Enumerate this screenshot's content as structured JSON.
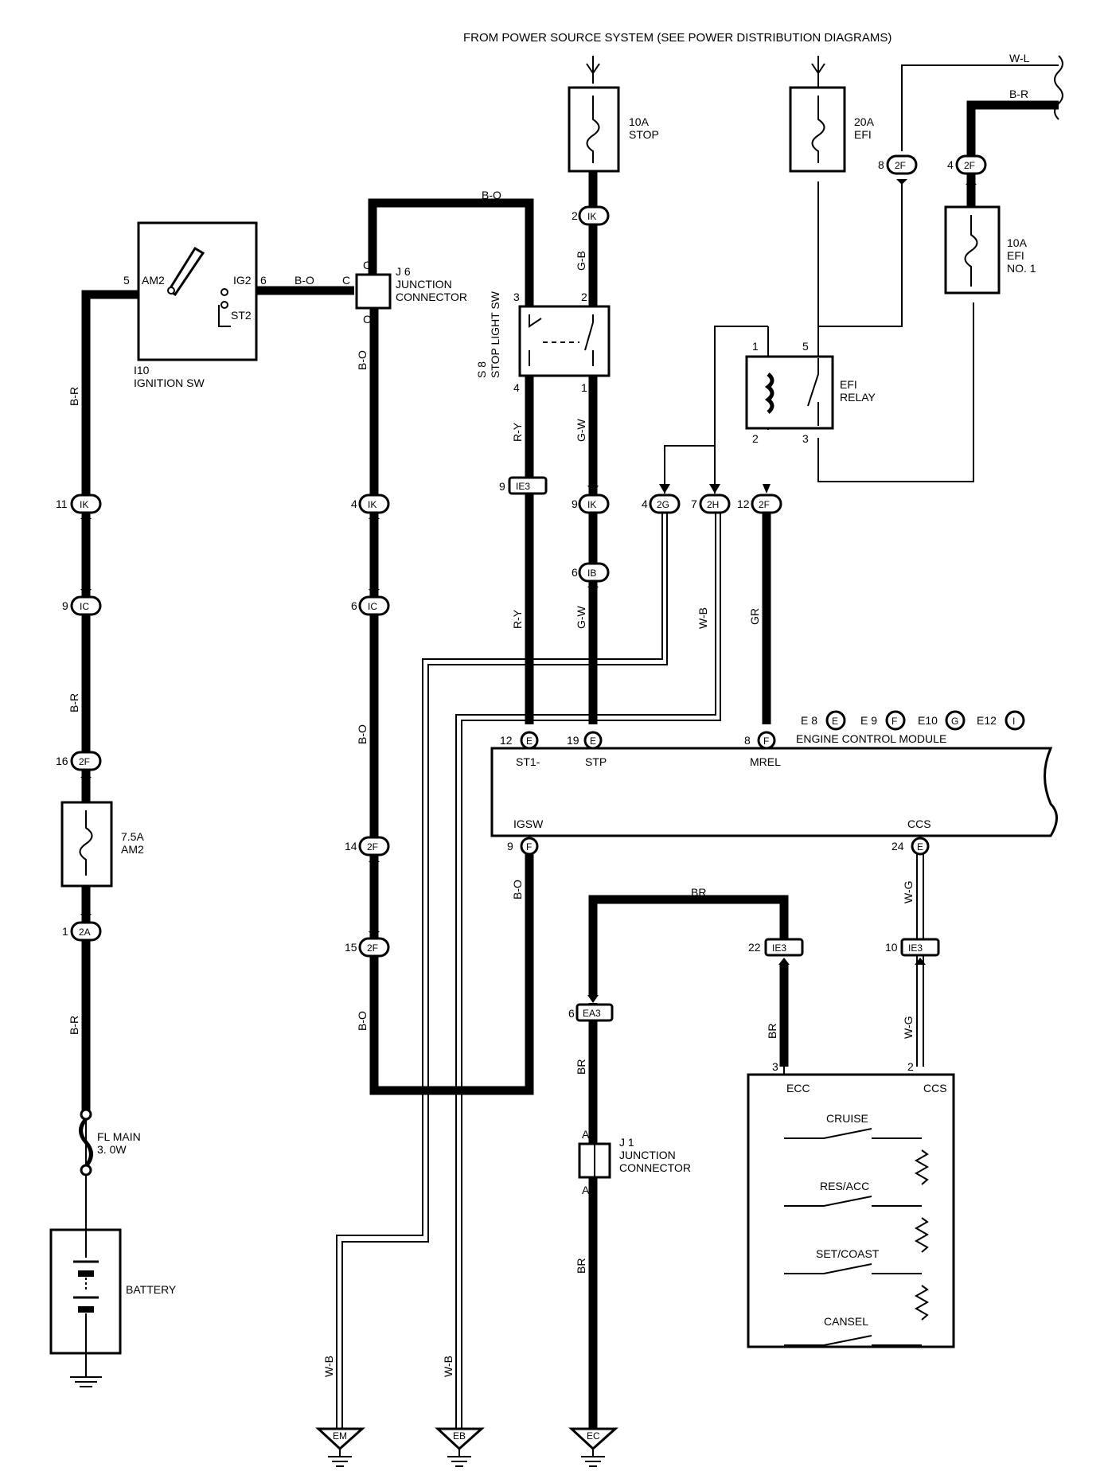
{
  "header": {
    "power_source_note": "FROM POWER SOURCE SYSTEM (SEE POWER DISTRIBUTION DIAGRAMS)"
  },
  "fuses": {
    "stop": {
      "rating": "10A",
      "name": "STOP"
    },
    "efi": {
      "rating": "20A",
      "name": "EFI"
    },
    "efi_no1": {
      "rating": "10A",
      "name": "EFI",
      "name2": "NO. 1"
    },
    "am2": {
      "rating": "7.5A",
      "name": "AM2"
    },
    "fl_main": {
      "rating": "FL MAIN",
      "name": "3. 0W"
    }
  },
  "components": {
    "ignition_sw": {
      "code": "I10",
      "name": "IGNITION SW",
      "terminals": [
        "AM2",
        "IG2",
        "ST2"
      ],
      "pin_am2": "5",
      "pin_ig2": "6"
    },
    "j6": {
      "code": "J 6",
      "name": "JUNCTION",
      "name2": "CONNECTOR",
      "pin": "C"
    },
    "stop_light_sw": {
      "code": "S 8",
      "name": "STOP LIGHT SW",
      "pins": [
        "3",
        "2",
        "4",
        "1"
      ]
    },
    "efi_relay": {
      "name": "EFI",
      "name2": "RELAY",
      "pins": [
        "1",
        "5",
        "2",
        "3"
      ]
    },
    "ecm": {
      "connectors": [
        "E 8",
        "E",
        "E 9",
        "F",
        "E10",
        "G",
        "E12",
        "I"
      ],
      "name": "ENGINE CONTROL MODULE",
      "terminals": [
        "ST1-",
        "STP",
        "MREL",
        "IGSW",
        "CCS"
      ]
    },
    "j1": {
      "code": "J 1",
      "name": "JUNCTION",
      "name2": "CONNECTOR",
      "pin": "A"
    },
    "cruise_switch": {
      "terminals": [
        "ECC",
        "CCS"
      ],
      "switches": [
        "CRUISE",
        "RES/ACC",
        "SET/COAST",
        "CANSEL"
      ],
      "pins": [
        "3",
        "2"
      ]
    },
    "battery": {
      "name": "BATTERY"
    }
  },
  "connectors": [
    {
      "pin": "2",
      "id": "IK"
    },
    {
      "pin": "8",
      "id": "2F"
    },
    {
      "pin": "4",
      "id": "2F"
    },
    {
      "pin": "9",
      "id": "IE3"
    },
    {
      "pin": "9",
      "id": "IK"
    },
    {
      "pin": "4",
      "id": "2G"
    },
    {
      "pin": "7",
      "id": "2H"
    },
    {
      "pin": "12",
      "id": "2F"
    },
    {
      "pin": "11",
      "id": "IK"
    },
    {
      "pin": "4",
      "id": "IK"
    },
    {
      "pin": "6",
      "id": "IB"
    },
    {
      "pin": "9",
      "id": "IC"
    },
    {
      "pin": "6",
      "id": "IC"
    },
    {
      "pin": "16",
      "id": "2F"
    },
    {
      "pin": "14",
      "id": "2F"
    },
    {
      "pin": "15",
      "id": "2F"
    },
    {
      "pin": "1",
      "id": "2A"
    },
    {
      "pin": "22",
      "id": "IE3"
    },
    {
      "pin": "10",
      "id": "IE3"
    },
    {
      "pin": "6",
      "id": "EA3"
    },
    {
      "pin": "12",
      "id": "E"
    },
    {
      "pin": "19",
      "id": "E"
    },
    {
      "pin": "8",
      "id": "F"
    },
    {
      "pin": "9",
      "id": "F"
    },
    {
      "pin": "24",
      "id": "E"
    }
  ],
  "wire_colors": {
    "w_l": "W-L",
    "b_r_top": "B-R",
    "b_o_top": "B-O",
    "b_o_ign": "B-O",
    "g_b": "G-B",
    "g_w1": "G-W",
    "g_w2": "G-W",
    "r_y1": "R-Y",
    "r_y2": "R-Y",
    "w_b": "W-B",
    "gr": "GR",
    "b_r1": "B-R",
    "b_r2": "B-R",
    "b_r3": "B-R",
    "b_o1": "B-O",
    "b_o2": "B-O",
    "b_o3": "B-O",
    "b_o4": "B-O",
    "br1": "BR",
    "br2": "BR",
    "br3": "BR",
    "br4": "BR",
    "w_g1": "W-G",
    "w_g2": "W-G",
    "w_b_em": "W-B",
    "w_b_eb": "W-B"
  },
  "grounds": [
    "EM",
    "EB",
    "EC"
  ]
}
